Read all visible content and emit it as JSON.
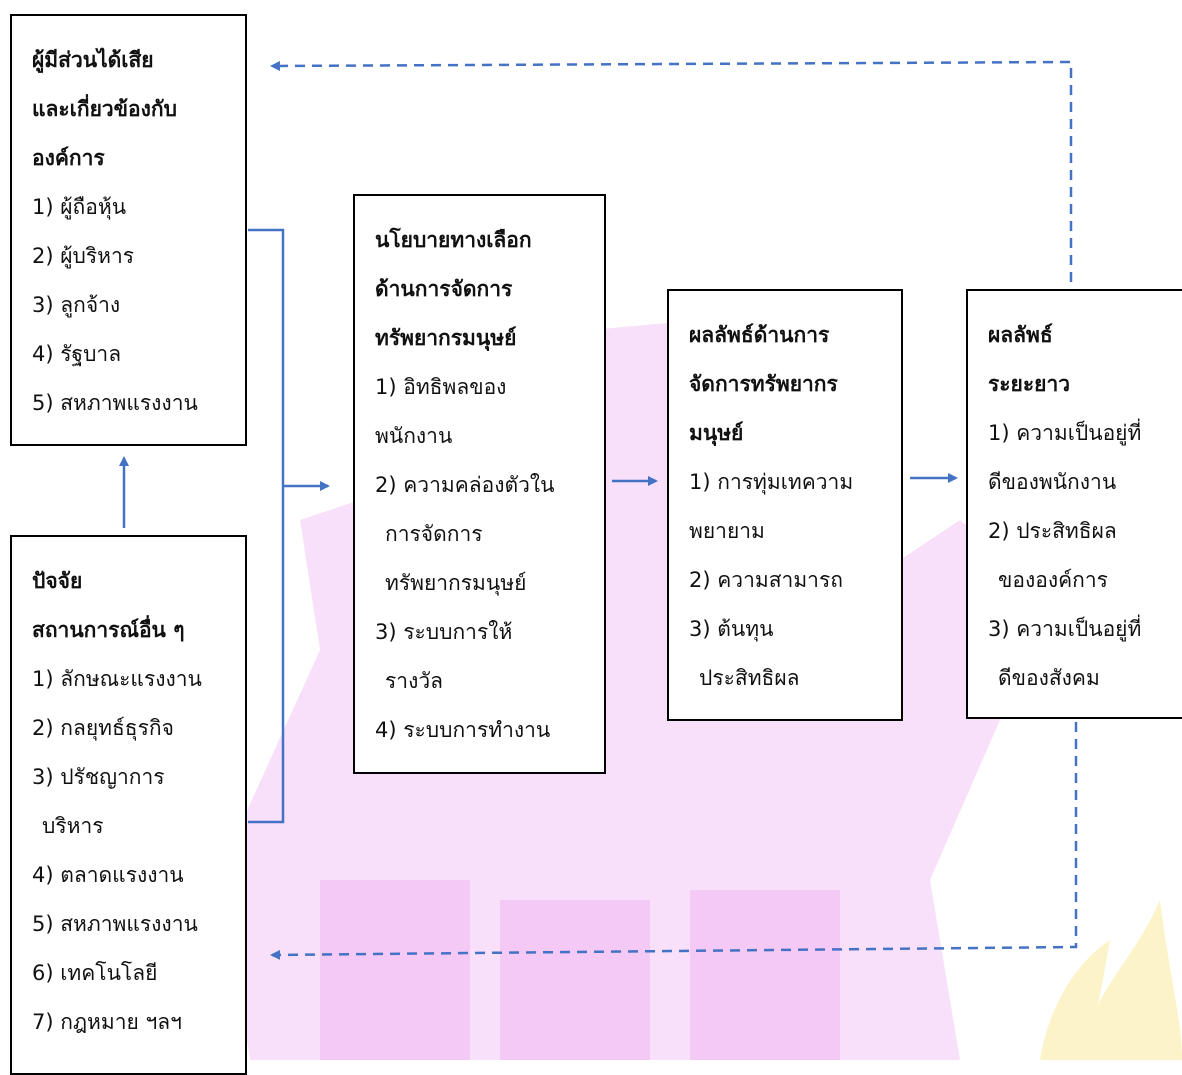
{
  "colors": {
    "arrow": "#4472c4",
    "border": "#000000",
    "watermark_magenta": "#f3c3f5",
    "watermark_yellow": "#fdf3c8"
  },
  "stakeholders": {
    "title_lines": [
      "ผู้มีส่วนได้เสีย",
      "และเกี่ยวข้องกับ",
      "องค์การ"
    ],
    "items": [
      "1) ผู้ถือหุ้น",
      "2) ผู้บริหาร",
      "3) ลูกจ้าง",
      "4) รัฐบาล",
      "5) สหภาพแรงงาน"
    ]
  },
  "situational": {
    "title_lines": [
      "ปัจจัย",
      "สถานการณ์อื่น ๆ"
    ],
    "items": [
      "1) ลักษณะแรงงาน",
      "2) กลยุทธ์ธุรกิจ",
      "3) ปรัชญาการ",
      "บริหาร",
      "4) ตลาดแรงงาน",
      "5) สหภาพแรงงาน",
      "6) เทคโนโลยี",
      "7) กฎหมาย ฯลฯ"
    ]
  },
  "policy": {
    "title_lines": [
      "นโยบายทางเลือก",
      "ด้านการจัดการ",
      "ทรัพยากรมนุษย์"
    ],
    "items": [
      "1) อิทธิพลของ",
      "พนักงาน",
      "2) ความคล่องตัวใน",
      "การจัดการ",
      "ทรัพยากรมนุษย์",
      "3) ระบบการให้",
      "รางวัล",
      "4) ระบบการทำงาน"
    ]
  },
  "outcomes": {
    "title_lines": [
      "ผลลัพธ์ด้านการ",
      "จัดการทรัพยากร",
      "มนุษย์"
    ],
    "items": [
      "1) การทุ่มเทความ",
      "พยายาม",
      "2) ความสามารถ",
      "3) ต้นทุน",
      "ประสิทธิผล"
    ]
  },
  "long_term": {
    "title_lines": [
      "ผลลัพธ์",
      "ระยะยาว"
    ],
    "items": [
      "1) ความเป็นอยู่ที่",
      "ดีของพนักงาน",
      "2) ประสิทธิผล",
      "ขององค์การ",
      "3) ความเป็นอยู่ที่",
      "ดีของสังคม"
    ]
  }
}
